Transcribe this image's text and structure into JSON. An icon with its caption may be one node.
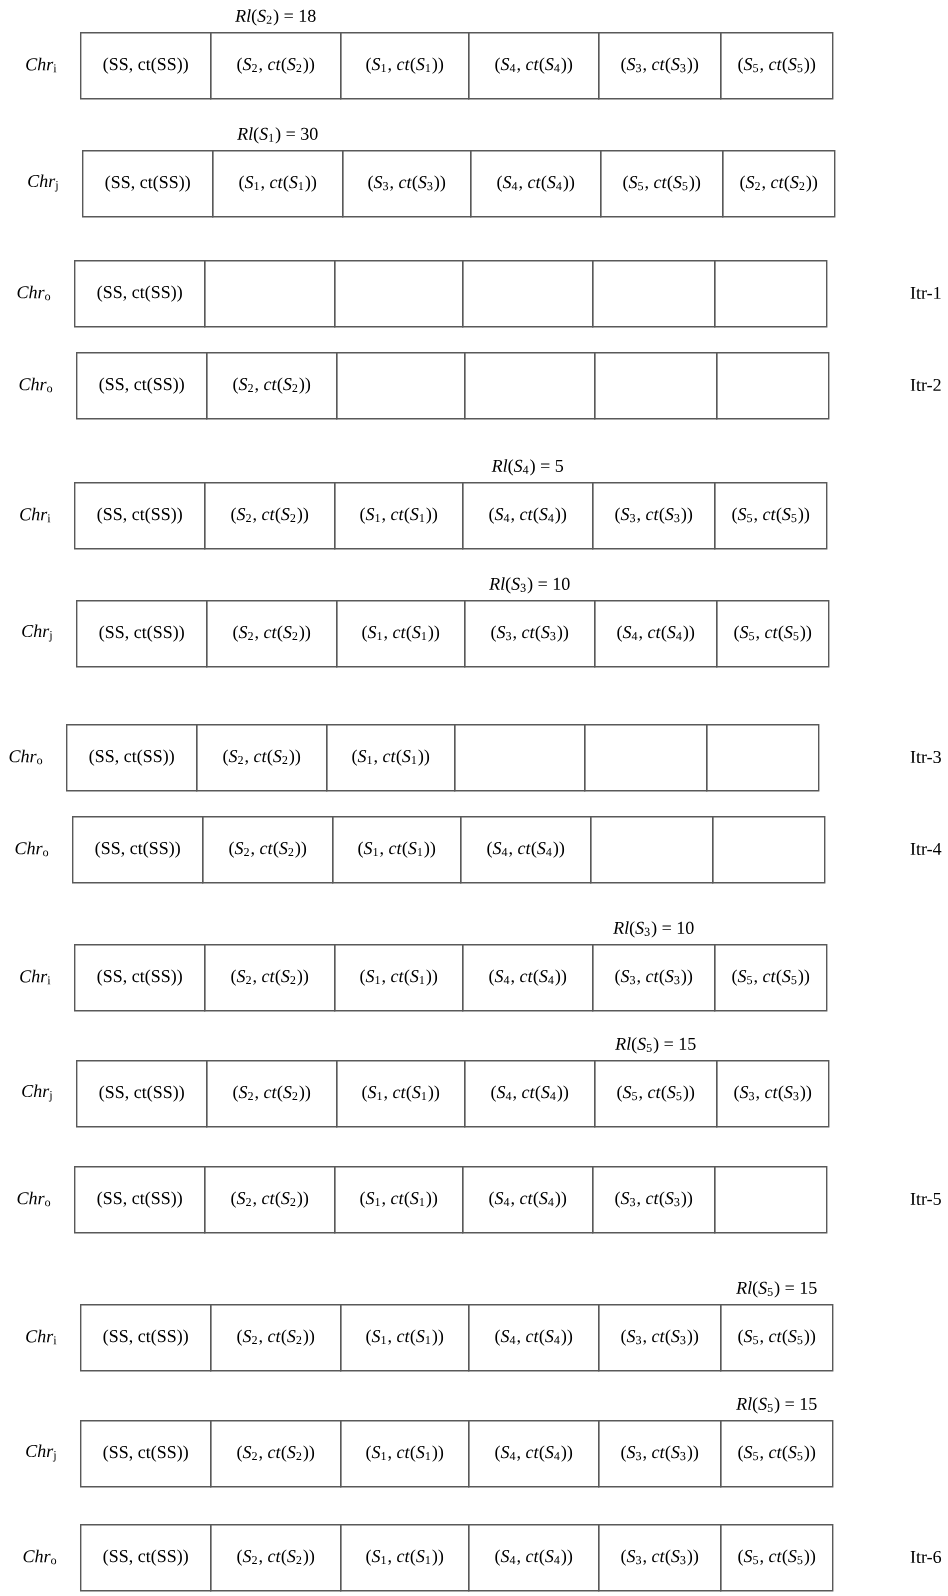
{
  "diagram": {
    "nodes": [
      {
        "text": [
          "(SS, ct(SS))"
        ]
      },
      {
        "text": [
          "(*S*$_{2}$, *ct*(*S*$_{2}$))"
        ],
        "beside": [
          "*Rl*(*S*$_{2}$) = 18"
        ]
      },
      {
        "text": [
          "(*S*$_{1}$, *ct*(*S*$_{1}$))"
        ]
      },
      {
        "text": [
          "(*S*$_{4}$, *ct*(*S*$_{4}$))"
        ]
      },
      {
        "text": [
          "(*S*$_{3}$, *ct*(*S*$_{3}$))"
        ]
      },
      {
        "text": [
          "(*S*$_{5}$, *ct*(*S*$_{5}$))"
        ]
      },
      {
        "text": [
          "(SS, ct(SS))"
        ]
      },
      {
        "text": [
          "(*S*$_{1}$, *ct*(*S*$_{1}$))"
        ],
        "beside": [
          "*Rl*(*S*$_{1}$) = 30"
        ]
      },
      {
        "text": [
          "(*S*$_{3}$, *ct*(*S*$_{3}$))"
        ]
      },
      {
        "text": [
          "(*S*$_{4}$, *ct*(*S*$_{4}$))"
        ]
      },
      {
        "text": [
          "(*S*$_{5}$, *ct*(*S*$_{5}$))"
        ]
      },
      {
        "text": [
          "(*S*$_{2}$, *ct*(*S*$_{2}$))"
        ]
      },
      {
        "text": [
          "(SS, ct(SS))"
        ]
      },
      {
        "text": [],
        "shape": "box"
      },
      {
        "text": [],
        "shape": "box"
      },
      {
        "text": [],
        "shape": "box"
      },
      {
        "text": [],
        "shape": "box"
      },
      {
        "text": [],
        "shape": "box"
      },
      {
        "text": [
          "(SS, ct(SS))"
        ]
      },
      {
        "text": [
          "(*S*$_{2}$, *ct*(*S*$_{2}$))"
        ]
      },
      {
        "text": [],
        "shape": "box"
      },
      {
        "text": [],
        "shape": "box"
      },
      {
        "text": [],
        "shape": "box"
      },
      {
        "text": [],
        "shape": "box"
      },
      {
        "text": [
          "(SS, ct(SS))"
        ]
      },
      {
        "text": [
          "(*S*$_{2}$, *ct*(*S*$_{2}$))"
        ]
      },
      {
        "text": [
          "(*S*$_{1}$, *ct*(*S*$_{1}$))"
        ]
      },
      {
        "text": [
          "(*S*$_{4}$, *ct*(*S*$_{4}$))"
        ],
        "beside": [
          "*Rl*(*S*$_{4}$) = 5"
        ]
      },
      {
        "text": [
          "(*S*$_{3}$, *ct*(*S*$_{3}$))"
        ]
      },
      {
        "text": [
          "(*S*$_{5}$, *ct*(*S*$_{5}$))"
        ]
      },
      {
        "text": [
          "(SS, ct(SS))"
        ]
      },
      {
        "text": [
          "(*S*$_{2}$, *ct*(*S*$_{2}$))"
        ]
      },
      {
        "text": [
          "(*S*$_{1}$, *ct*(*S*$_{1}$))"
        ]
      },
      {
        "text": [
          "(*S*$_{3}$, *ct*(*S*$_{3}$))"
        ],
        "beside": [
          "*Rl*(*S*$_{3}$) = 10"
        ]
      },
      {
        "text": [
          "(*S*$_{4}$, *ct*(*S*$_{4}$))"
        ]
      },
      {
        "text": [
          "(*S*$_{5}$, *ct*(*S*$_{5}$))"
        ]
      },
      {
        "text": [
          "(SS, ct(SS))"
        ]
      },
      {
        "text": [
          "(*S*$_{2}$, *ct*(*S*$_{2}$))"
        ]
      },
      {
        "text": [
          "(*S*$_{1}$, *ct*(*S*$_{1}$))"
        ]
      },
      {
        "text": [],
        "shape": "box"
      },
      {
        "text": [],
        "shape": "box"
      },
      {
        "text": [],
        "shape": "box"
      },
      {
        "text": [
          "(SS, ct(SS))"
        ]
      },
      {
        "text": [
          "(*S*$_{2}$, *ct*(*S*$_{2}$))"
        ]
      },
      {
        "text": [
          "(*S*$_{1}$, *ct*(*S*$_{1}$))"
        ]
      },
      {
        "text": [
          "(*S*$_{4}$, *ct*(*S*$_{4}$))"
        ]
      },
      {
        "text": [],
        "shape": "box"
      },
      {
        "text": [],
        "shape": "box"
      },
      {
        "text": [
          "(SS, ct(SS))"
        ]
      },
      {
        "text": [
          "(*S*$_{2}$, *ct*(*S*$_{2}$))"
        ]
      },
      {
        "text": [
          "(*S*$_{1}$, *ct*(*S*$_{1}$))"
        ]
      },
      {
        "text": [
          "(*S*$_{4}$, *ct*(*S*$_{4}$))"
        ]
      },
      {
        "text": [
          "(*S*$_{3}$, *ct*(*S*$_{3}$))"
        ],
        "beside": [
          "*Rl*(*S*$_{3}$) = 10"
        ]
      },
      {
        "text": [
          "(*S*$_{5}$, *ct*(*S*$_{5}$))"
        ]
      },
      {
        "text": [
          "(SS, ct(SS))"
        ]
      },
      {
        "text": [
          "(*S*$_{2}$, *ct*(*S*$_{2}$))"
        ]
      },
      {
        "text": [
          "(*S*$_{1}$, *ct*(*S*$_{1}$))"
        ]
      },
      {
        "text": [
          "(*S*$_{4}$, *ct*(*S*$_{4}$))"
        ]
      },
      {
        "text": [
          "(*S*$_{5}$, *ct*(*S*$_{5}$))"
        ],
        "beside": [
          "*Rl*(*S*$_{5}$) = 15"
        ]
      },
      {
        "text": [
          "(*S*$_{3}$, *ct*(*S*$_{3}$))"
        ]
      },
      {
        "text": [
          "(SS, ct(SS))"
        ]
      },
      {
        "text": [
          "(*S*$_{2}$, *ct*(*S*$_{2}$))"
        ]
      },
      {
        "text": [
          "(*S*$_{1}$, *ct*(*S*$_{1}$))"
        ]
      },
      {
        "text": [
          "(*S*$_{4}$, *ct*(*S*$_{4}$))"
        ]
      },
      {
        "text": [
          "(*S*$_{3}$, *ct*(*S*$_{3}$))"
        ]
      },
      {
        "text": [],
        "shape": "box"
      },
      {
        "text": [
          "(SS, ct(SS))"
        ]
      },
      {
        "text": [
          "(*S*$_{2}$, *ct*(*S*$_{2}$))"
        ]
      },
      {
        "text": [
          "(*S*$_{1}$, *ct*(*S*$_{1}$))"
        ]
      },
      {
        "text": [
          "(*S*$_{4}$, *ct*(*S*$_{4}$))"
        ]
      },
      {
        "text": [
          "(*S*$_{3}$, *ct*(*S*$_{3}$))"
        ]
      },
      {
        "text": [
          "(*S*$_{5}$, *ct*(*S*$_{5}$))"
        ],
        "beside": [
          "*Rl*(*S*$_{5}$) = 15"
        ]
      },
      {
        "text": [
          "(SS, ct(SS))"
        ]
      },
      {
        "text": [
          "(*S*$_{2}$, *ct*(*S*$_{2}$))"
        ]
      },
      {
        "text": [
          "(*S*$_{1}$, *ct*(*S*$_{1}$))"
        ]
      },
      {
        "text": [
          "(*S*$_{4}$, *ct*(*S*$_{4}$))"
        ]
      },
      {
        "text": [
          "(*S*$_{3}$, *ct*(*S*$_{3}$))"
        ]
      },
      {
        "text": [
          "(*S*$_{5}$, *ct*(*S*$_{5}$))"
        ],
        "beside": [
          "*Rl*(*S*$_{5}$) = 15"
        ]
      },
      {
        "text": [
          "(SS, ct(SS))"
        ]
      },
      {
        "text": [
          "(*S*$_{2}$, *ct*(*S*$_{2}$))"
        ]
      },
      {
        "text": [
          "(*S*$_{1}$, *ct*(*S*$_{1}$))"
        ]
      },
      {
        "text": [
          "(*S*$_{4}$, *ct*(*S*$_{4}$))"
        ]
      },
      {
        "text": [
          "(*S*$_{3}$, *ct*(*S*$_{3}$))"
        ]
      },
      {
        "text": [
          "(*S*$_{5}$, *ct*(*S*$_{5}$))"
        ]
      }
    ],
    "labels": [
      "*Chr*$_{i}$",
      "*Chr*$_{j}$",
      "*Chr*$_{o}$",
      "Itr-1",
      "*Chr*$_{o}$",
      "Itr-2",
      "*Chr*$_{i}$",
      "*Chr*$_{j}$",
      "*Chr*$_{o}$",
      "Itr-3",
      "*Chr*$_{o}$",
      "Itr-4",
      "*Chr*$_{i}$",
      "*Chr*$_{j}$",
      "*Chr*$_{o}$",
      "Itr-5",
      "*Chr*$_{i}$",
      "*Chr*$_{j}$",
      "*Chr*$_{o}$",
      "Itr-6"
    ]
  }
}
